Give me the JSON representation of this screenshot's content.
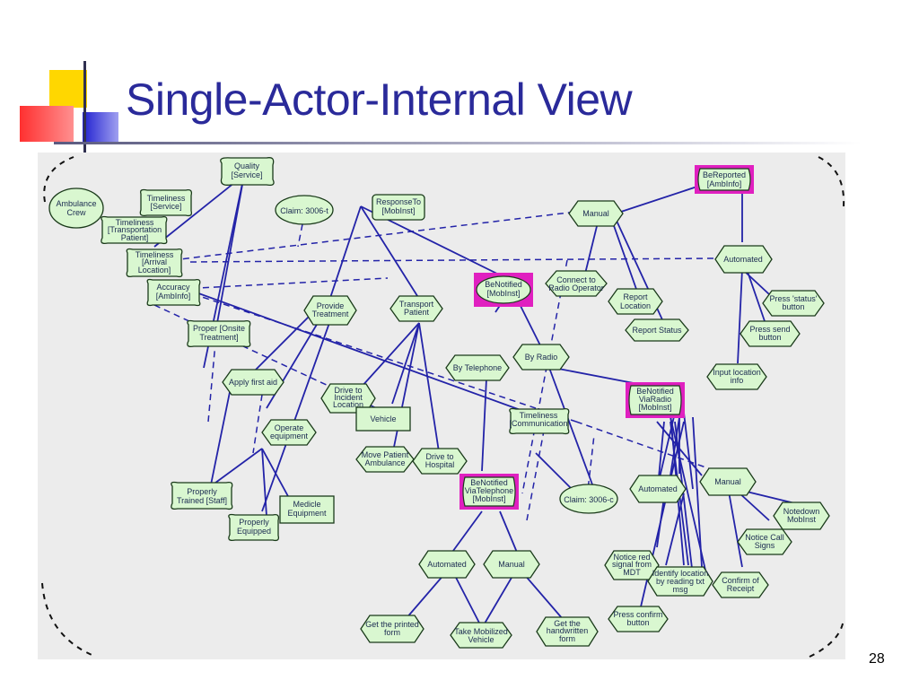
{
  "title": "Single-Actor-Internal View",
  "page_number": "28",
  "colors": {
    "title": "#2a2a9a",
    "node_fill": "#d9f7d0",
    "edge": "#2323a8",
    "highlight": "#e020c0",
    "background": "#ececec"
  },
  "nodes": [
    {
      "id": "quality",
      "shape": "cloud",
      "lines": [
        "Quality",
        "[Service]"
      ]
    },
    {
      "id": "ambulance",
      "shape": "oval",
      "lines": [
        "Ambulance",
        "Crew"
      ]
    },
    {
      "id": "timeliness-service",
      "shape": "cloud",
      "lines": [
        "Timeliness",
        "[Service]"
      ]
    },
    {
      "id": "timeliness-transport",
      "shape": "cloud",
      "lines": [
        "Timeliness",
        "[Transportation",
        "Patient]"
      ]
    },
    {
      "id": "timeliness-arrival",
      "shape": "cloud",
      "lines": [
        "Timeliness",
        "[Arrival",
        "Location]"
      ]
    },
    {
      "id": "accuracy",
      "shape": "cloud",
      "lines": [
        "Accuracy",
        "[AmbInfo]"
      ]
    },
    {
      "id": "claim-1",
      "shape": "oval",
      "lines": [
        "Claim: 3006-t"
      ]
    },
    {
      "id": "responseto",
      "shape": "rect",
      "lines": [
        "ResponseTo",
        "[MobInst]"
      ]
    },
    {
      "id": "manual-top",
      "shape": "hex",
      "lines": [
        "Manual"
      ]
    },
    {
      "id": "bereported",
      "shape": "goal",
      "lines": [
        "BeReported",
        "[AmbInfo]"
      ]
    },
    {
      "id": "automated-right",
      "shape": "hex",
      "lines": [
        "Automated"
      ]
    },
    {
      "id": "provide-treatment",
      "shape": "hex",
      "lines": [
        "Provide",
        "Treatment"
      ]
    },
    {
      "id": "transport-patient",
      "shape": "hex",
      "lines": [
        "Transport",
        "Patient"
      ]
    },
    {
      "id": "benotified-mobinst",
      "shape": "goal",
      "lines": [
        "BeNotified",
        "[MobInst]"
      ]
    },
    {
      "id": "connect-radio",
      "shape": "hex",
      "lines": [
        "Connect to",
        "Radio Operator"
      ]
    },
    {
      "id": "report-location",
      "shape": "hex",
      "lines": [
        "Report",
        "Location"
      ]
    },
    {
      "id": "report-status",
      "shape": "hex",
      "lines": [
        "Report Status"
      ]
    },
    {
      "id": "press-status",
      "shape": "hex",
      "lines": [
        "Press 'status'",
        "button"
      ]
    },
    {
      "id": "press-send",
      "shape": "hex",
      "lines": [
        "Press send",
        "button"
      ]
    },
    {
      "id": "proper-onsite",
      "shape": "cloud",
      "lines": [
        "Proper [Onsite",
        "Treatment]"
      ]
    },
    {
      "id": "apply-first-aid",
      "shape": "hex",
      "lines": [
        "Apply first aid"
      ]
    },
    {
      "id": "by-telephone",
      "shape": "hex",
      "lines": [
        "By Telephone"
      ]
    },
    {
      "id": "by-radio",
      "shape": "hex",
      "lines": [
        "By Radio"
      ]
    },
    {
      "id": "input-location",
      "shape": "hex",
      "lines": [
        "Input location",
        "info"
      ]
    },
    {
      "id": "drive-incident",
      "shape": "hex",
      "lines": [
        "Drive to",
        "Incident",
        "Location"
      ]
    },
    {
      "id": "vehicle",
      "shape": "rect",
      "lines": [
        "Vehicle"
      ]
    },
    {
      "id": "timeliness-comm",
      "shape": "cloud",
      "lines": [
        "Timeliness",
        "[Communication"
      ]
    },
    {
      "id": "benotified-viaradio",
      "shape": "goal",
      "lines": [
        "BeNotified",
        "ViaRadio",
        "[MobInst]"
      ]
    },
    {
      "id": "operate-equipment",
      "shape": "hex",
      "lines": [
        "Operate",
        "equipment"
      ]
    },
    {
      "id": "move-patient",
      "shape": "hex",
      "lines": [
        "Move Patient",
        "Ambulance"
      ]
    },
    {
      "id": "drive-hospital",
      "shape": "hex",
      "lines": [
        "Drive to",
        "Hospital"
      ]
    },
    {
      "id": "benotified-viatelephone",
      "shape": "goal",
      "lines": [
        "BeNotified",
        "ViaTelephone",
        "[MobInst]"
      ]
    },
    {
      "id": "claim-2",
      "shape": "oval",
      "lines": [
        "Claim: 3006-c"
      ]
    },
    {
      "id": "automated-mid",
      "shape": "hex",
      "lines": [
        "Automated"
      ]
    },
    {
      "id": "manual-right",
      "shape": "hex",
      "lines": [
        "Manual"
      ]
    },
    {
      "id": "notedown",
      "shape": "hex",
      "lines": [
        "Notedown",
        "MobInst"
      ]
    },
    {
      "id": "properly-trained",
      "shape": "cloud",
      "lines": [
        "Properly",
        "Trained [Staff]"
      ]
    },
    {
      "id": "medical-equipment",
      "shape": "rect",
      "lines": [
        "Medicle",
        "Equipment"
      ]
    },
    {
      "id": "properly-equipped",
      "shape": "cloud",
      "lines": [
        "Properly",
        "Equipped"
      ]
    },
    {
      "id": "notice-call",
      "shape": "hex",
      "lines": [
        "Notice Call",
        "Signs"
      ]
    },
    {
      "id": "automated-bottom",
      "shape": "hex",
      "lines": [
        "Automated"
      ]
    },
    {
      "id": "manual-bottom",
      "shape": "hex",
      "lines": [
        "Manual"
      ]
    },
    {
      "id": "notice-red",
      "shape": "hex",
      "lines": [
        "Notice red",
        "signal from",
        "MDT"
      ]
    },
    {
      "id": "identify-location",
      "shape": "hex",
      "lines": [
        "Identify location",
        "by reading txt",
        "msg"
      ]
    },
    {
      "id": "confirm-receipt",
      "shape": "hex",
      "lines": [
        "Confirm of",
        "Receipt"
      ]
    },
    {
      "id": "press-confirm",
      "shape": "hex",
      "lines": [
        "Press confirm",
        "button"
      ]
    },
    {
      "id": "get-printed",
      "shape": "hex",
      "lines": [
        "Get the printed",
        "form"
      ]
    },
    {
      "id": "take-mobilized",
      "shape": "hex",
      "lines": [
        "Take Mobilized",
        "Vehicle"
      ]
    },
    {
      "id": "get-handwritten",
      "shape": "hex",
      "lines": [
        "Get the",
        "handwritten",
        "form"
      ]
    }
  ]
}
